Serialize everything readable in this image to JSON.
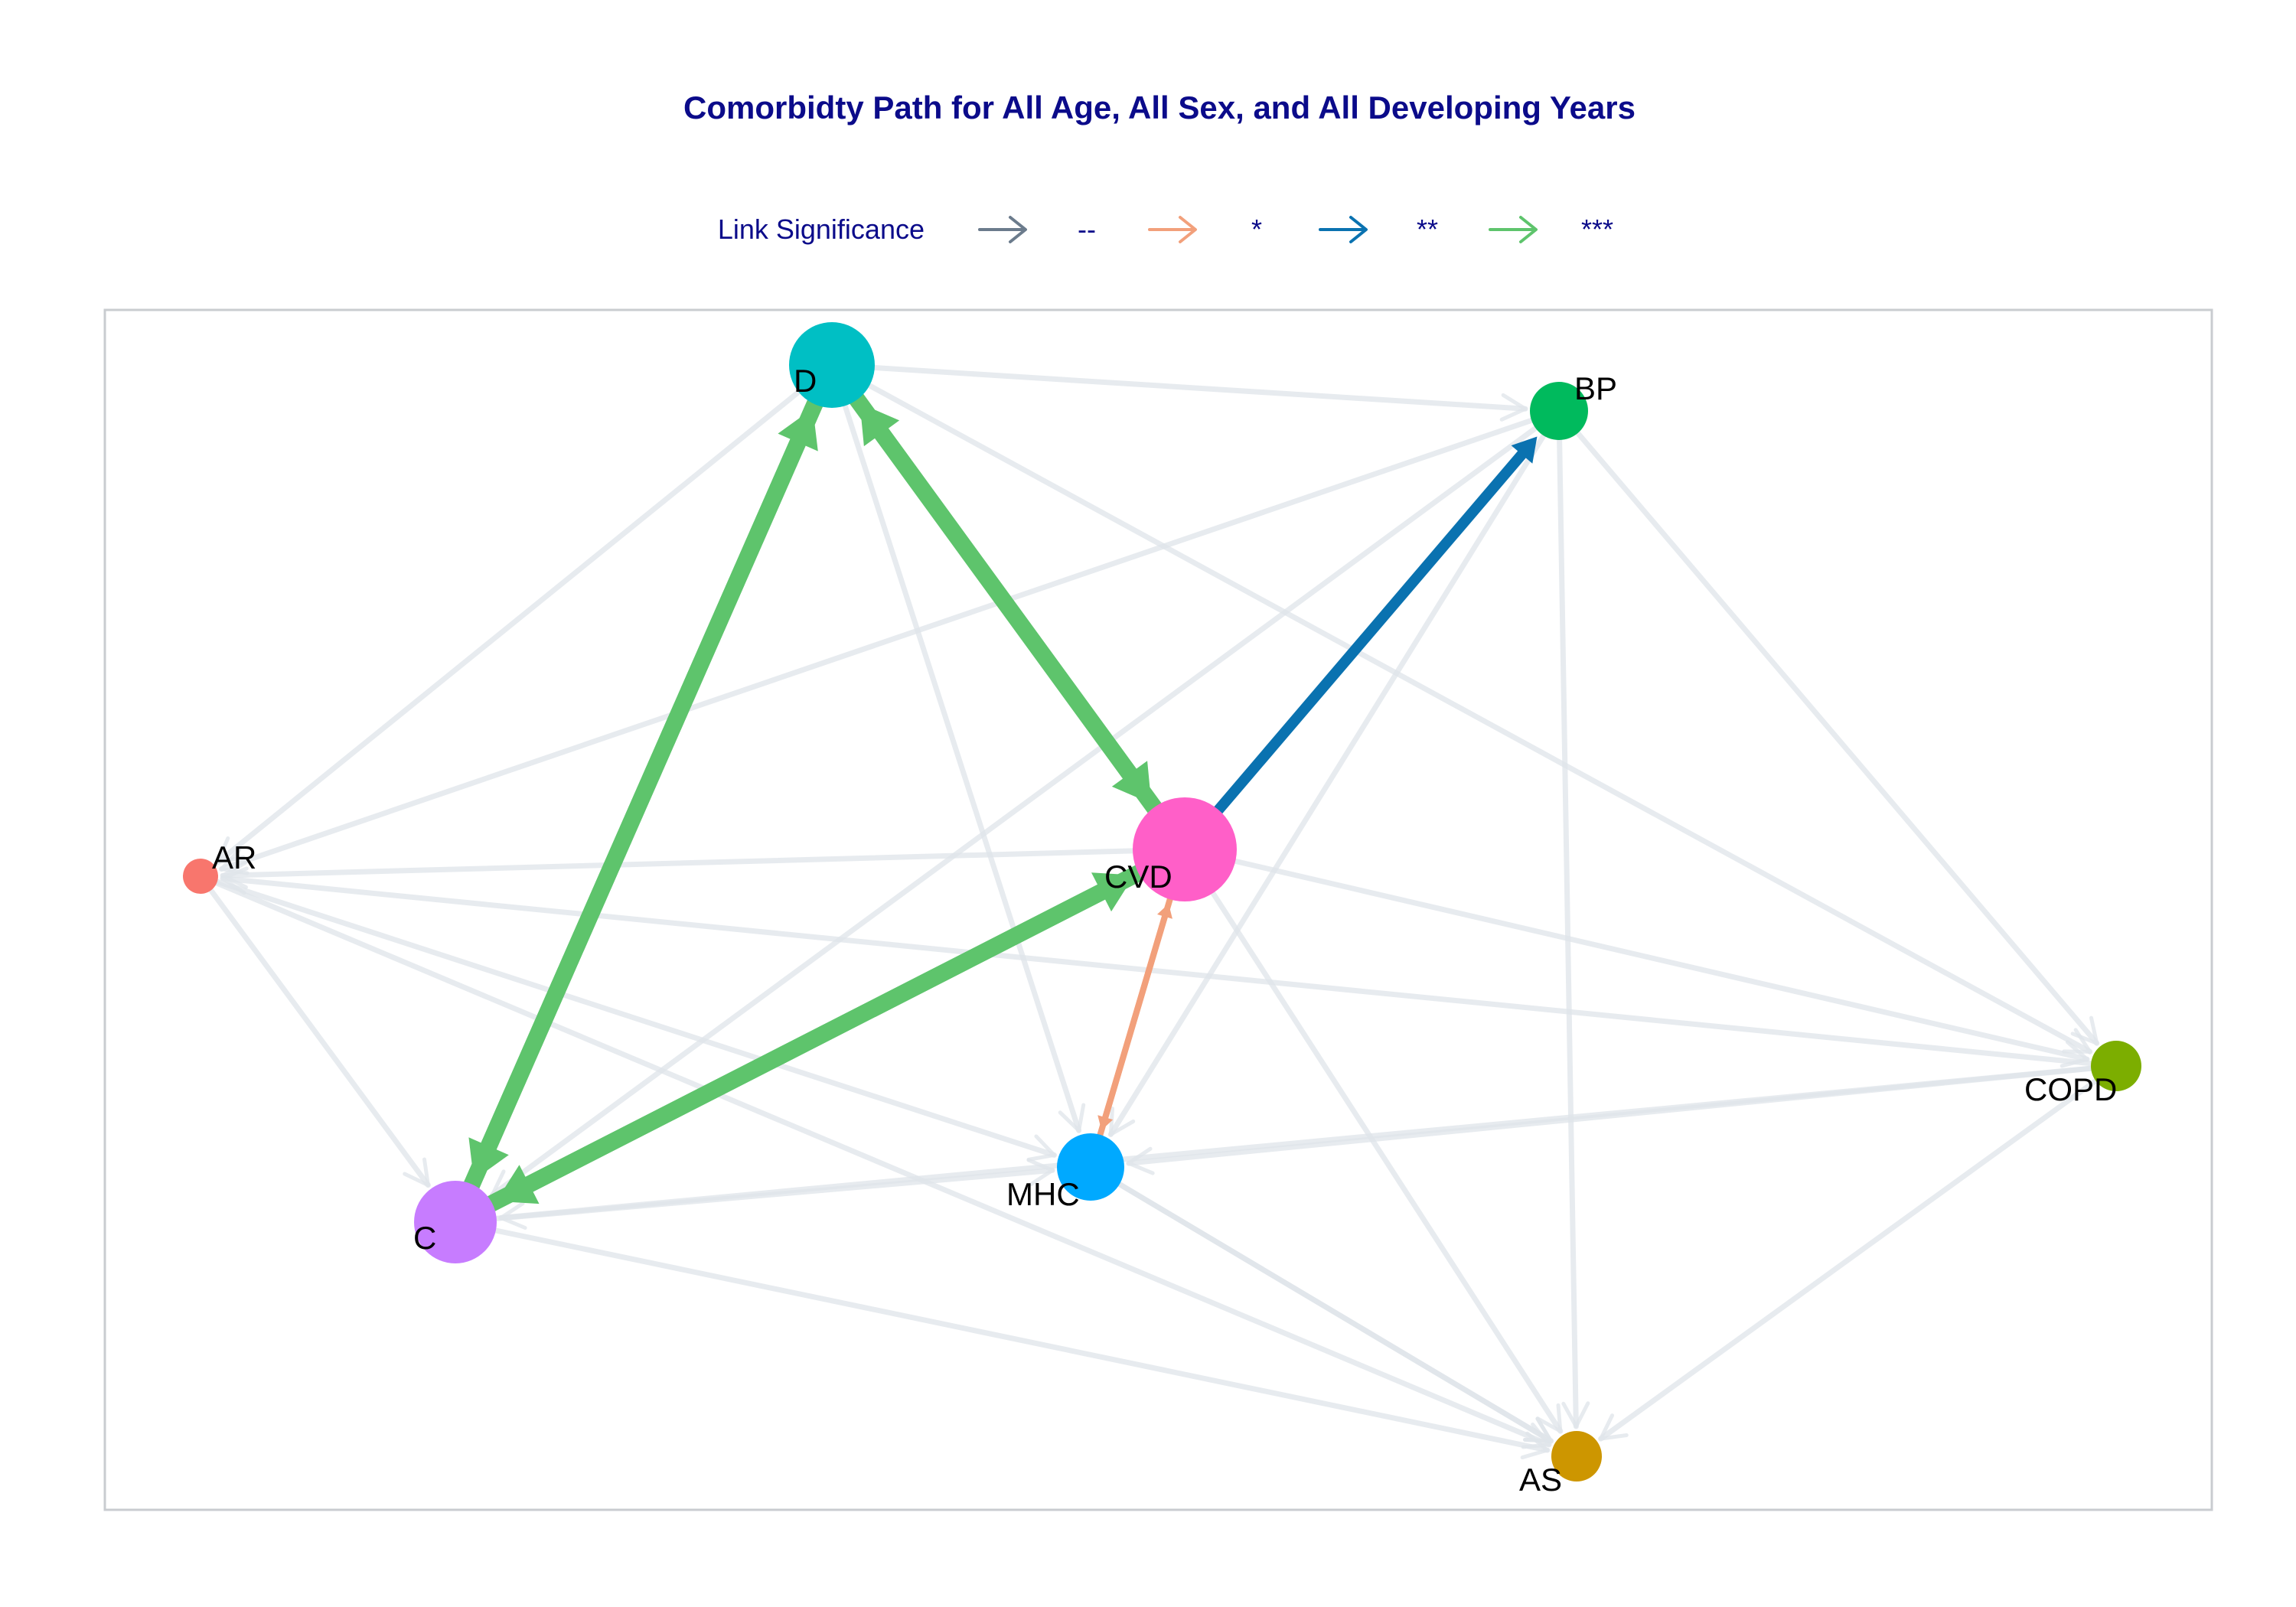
{
  "title": "Comorbidty Path for All Age, All Sex, and All Developing Years",
  "legend": {
    "title": "Link Significance",
    "items": [
      {
        "label": "--",
        "color": "#6b7b8c"
      },
      {
        "label": "*",
        "color": "#f2a07b"
      },
      {
        "label": "**",
        "color": "#0a72b0"
      },
      {
        "label": "***",
        "color": "#5ec46c"
      }
    ]
  },
  "colors": {
    "title": "#0b0b8a",
    "faint_link": "#dfe4ea",
    "frame": "#c9ccd0"
  },
  "nodes": [
    {
      "id": "D",
      "label": "D",
      "color": "#00bfc4"
    },
    {
      "id": "BP",
      "label": "BP",
      "color": "#00ba5d"
    },
    {
      "id": "CVD",
      "label": "CVD",
      "color": "#ff5fc8"
    },
    {
      "id": "AR",
      "label": "AR",
      "color": "#f8766d"
    },
    {
      "id": "COPD",
      "label": "COPD",
      "color": "#7cae00"
    },
    {
      "id": "MHC",
      "label": "MHC",
      "color": "#00a9ff"
    },
    {
      "id": "C",
      "label": "C",
      "color": "#c77cff"
    },
    {
      "id": "AS",
      "label": "AS",
      "color": "#cd9600"
    }
  ],
  "links": [
    {
      "from": "C",
      "to": "D",
      "significance": "***"
    },
    {
      "from": "CVD",
      "to": "D",
      "significance": "***"
    },
    {
      "from": "D",
      "to": "CVD",
      "significance": "***"
    },
    {
      "from": "C",
      "to": "CVD",
      "significance": "***"
    },
    {
      "from": "CVD",
      "to": "C",
      "significance": "***"
    },
    {
      "from": "D",
      "to": "C",
      "significance": "***"
    },
    {
      "from": "CVD",
      "to": "BP",
      "significance": "**"
    },
    {
      "from": "CVD",
      "to": "MHC",
      "significance": "*"
    },
    {
      "from": "MHC",
      "to": "CVD",
      "significance": "*"
    },
    {
      "from": "D",
      "to": "BP",
      "significance": "--"
    },
    {
      "from": "D",
      "to": "AR",
      "significance": "--"
    },
    {
      "from": "D",
      "to": "MHC",
      "significance": "--"
    },
    {
      "from": "D",
      "to": "COPD",
      "significance": "--"
    },
    {
      "from": "BP",
      "to": "AR",
      "significance": "--"
    },
    {
      "from": "BP",
      "to": "C",
      "significance": "--"
    },
    {
      "from": "BP",
      "to": "MHC",
      "significance": "--"
    },
    {
      "from": "BP",
      "to": "AS",
      "significance": "--"
    },
    {
      "from": "BP",
      "to": "COPD",
      "significance": "--"
    },
    {
      "from": "CVD",
      "to": "AR",
      "significance": "--"
    },
    {
      "from": "CVD",
      "to": "COPD",
      "significance": "--"
    },
    {
      "from": "CVD",
      "to": "AS",
      "significance": "--"
    },
    {
      "from": "AR",
      "to": "C",
      "significance": "--"
    },
    {
      "from": "AR",
      "to": "MHC",
      "significance": "--"
    },
    {
      "from": "AR",
      "to": "AS",
      "significance": "--"
    },
    {
      "from": "COPD",
      "to": "AR",
      "significance": "--"
    },
    {
      "from": "COPD",
      "to": "MHC",
      "significance": "--"
    },
    {
      "from": "COPD",
      "to": "C",
      "significance": "--"
    },
    {
      "from": "COPD",
      "to": "AS",
      "significance": "--"
    },
    {
      "from": "C",
      "to": "MHC",
      "significance": "--"
    },
    {
      "from": "C",
      "to": "AS",
      "significance": "--"
    },
    {
      "from": "MHC",
      "to": "AS",
      "significance": "--"
    },
    {
      "from": "MHC",
      "to": "AS",
      "significance": "--"
    }
  ]
}
